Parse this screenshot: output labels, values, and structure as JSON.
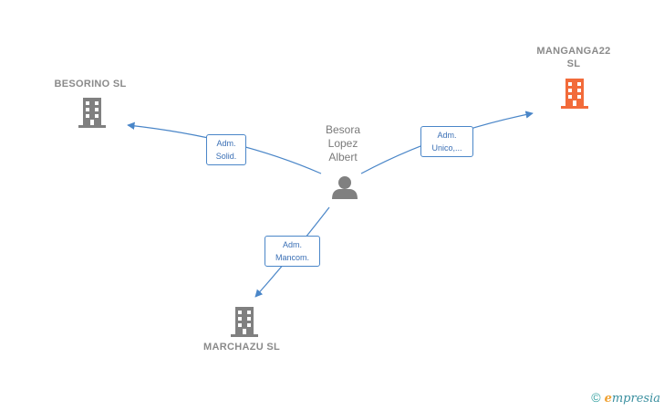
{
  "colors": {
    "edge": "#4a86c8",
    "building_default": "#808080",
    "building_highlight": "#f26b3a",
    "person": "#808080",
    "label_text": "#8a8a8a",
    "brand": "#3a8f9f"
  },
  "nodes": {
    "center_person": {
      "name": "Besora\nLopez\nAlbert",
      "icon": "person-icon"
    },
    "besorino": {
      "name": "BESORINO  SL",
      "icon": "building-icon"
    },
    "manganga": {
      "name": "MANGANGA22\nSL",
      "icon": "building-icon",
      "highlight": true
    },
    "marchazu": {
      "name": "MARCHAZU  SL",
      "icon": "building-icon"
    }
  },
  "edges": {
    "to_besorino": {
      "line1": "Adm.",
      "line2": "Solid."
    },
    "to_manganga": {
      "line1": "Adm.",
      "line2": "Unico,..."
    },
    "to_marchazu": {
      "line1": "Adm.",
      "line2": "Mancom."
    }
  },
  "footer": {
    "copyright": "©",
    "brand_initial": "e",
    "brand_rest": "mpresia"
  }
}
